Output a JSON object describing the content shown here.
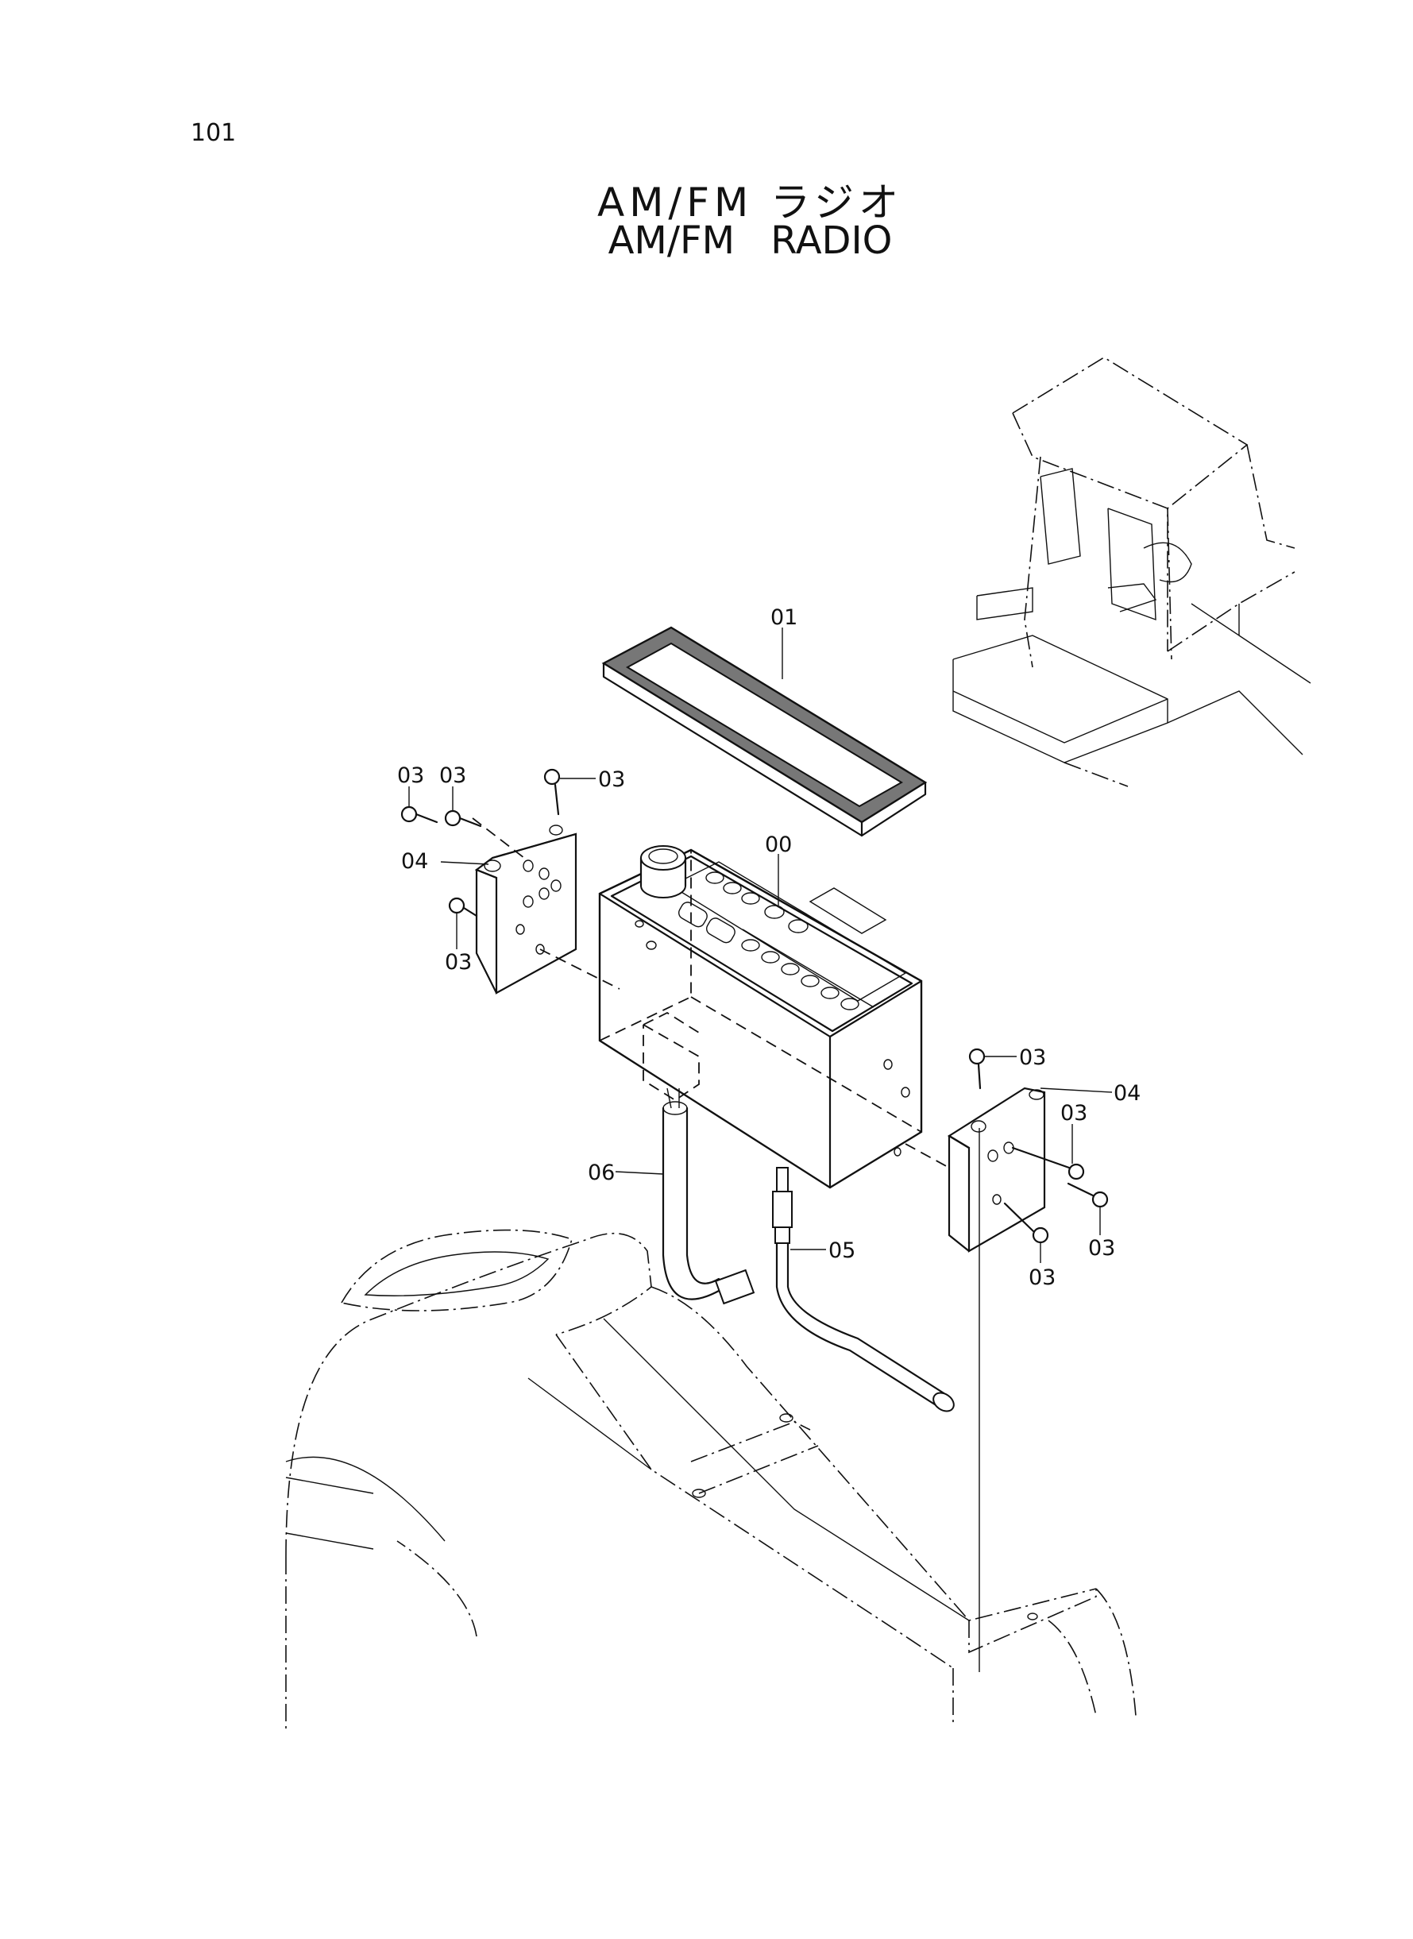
{
  "page": {
    "number": "101"
  },
  "title": {
    "japanese": "AM/FM ラジオ",
    "english": "AM/FM   RADIO"
  },
  "parts": [
    {
      "id": "00"
    },
    {
      "id": "01"
    },
    {
      "id": "03"
    },
    {
      "id": "04"
    },
    {
      "id": "05"
    },
    {
      "id": "06"
    }
  ],
  "callouts": {
    "c00": "00",
    "c01": "01",
    "c03a": "03",
    "c03b": "03",
    "c03c": "03",
    "c03d": "03",
    "c03e": "03",
    "c03f": "03",
    "c03g": "03",
    "c03h": "03",
    "c04a": "04",
    "c04b": "04",
    "c05": "05",
    "c06": "06"
  }
}
